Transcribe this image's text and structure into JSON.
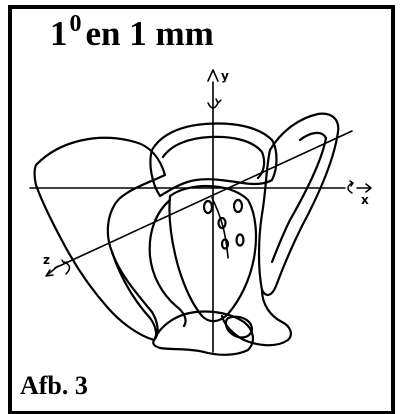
{
  "figure": {
    "title_main": "1",
    "title_superscript": "0",
    "title_rest": "en 1 mm",
    "caption": "Afb. 3",
    "axis_labels": {
      "x": "x",
      "y": "y",
      "z": "z"
    },
    "line_color": "#000000",
    "background_color": "#ffffff"
  }
}
